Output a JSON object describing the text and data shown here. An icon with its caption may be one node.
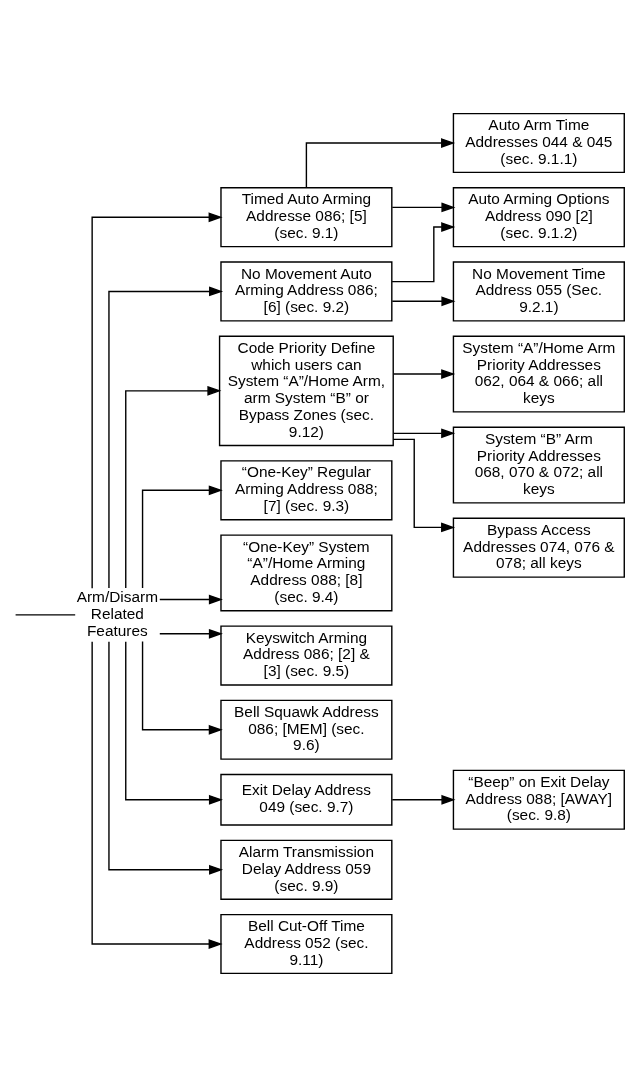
{
  "diagram": {
    "nodes": [
      {
        "text": [
          "Arm/Disarm Related Features"
        ]
      },
      {
        "text": [
          "Timed Auto Arming Addresse 086; [5] (sec. 9.1)"
        ]
      },
      {
        "text": [
          "No Movement Auto Arming Address 086; [6] (sec. 9.2)"
        ]
      },
      {
        "text": [
          "Code Priority Define which users can System “A”/Home Arm, arm System “B” or Bypass Zones (sec. 9.12)"
        ]
      },
      {
        "text": [
          "“One-Key” Regular Arming Address 088; [7] (sec. 9.3)"
        ]
      },
      {
        "text": [
          "“One-Key” System “A”/Home Arming Address 088; [8] (sec. 9.4)"
        ]
      },
      {
        "text": [
          "Keyswitch Arming Address 086; [2] & [3] (sec. 9.5)"
        ]
      },
      {
        "text": [
          "Bell Squawk Address 086; [MEM] (sec. 9.6)"
        ]
      },
      {
        "text": [
          "Exit Delay Address 049 (sec. 9.7)"
        ]
      },
      {
        "text": [
          "Alarm Transmission Delay Address 059 (sec. 9.9)"
        ]
      },
      {
        "text": [
          "Bell Cut-Off Time Address 052 (sec. 9.11)"
        ]
      },
      {
        "text": [
          "Auto Arm Time Addresses 044 & 045 (sec. 9.1.1)"
        ]
      },
      {
        "text": [
          "Auto Arming Options Address 090 [2] (sec. 9.1.2)"
        ]
      },
      {
        "text": [
          "No Movement Time Address 055 (Sec. 9.2.1)"
        ]
      },
      {
        "text": [
          "System “A”/Home Arm Priority Addresses 062, 064 & 066; all keys"
        ]
      },
      {
        "text": [
          "System “B” Arm Priority Addresses 068, 070 & 072; all keys"
        ]
      },
      {
        "text": [
          "Bypass Access Addresses 074, 076 & 078; all keys"
        ]
      },
      {
        "text": [
          "“Beep” on Exit Delay Address 088; [AWAY] (sec. 9.8)"
        ]
      }
    ],
    "edges": [
      {
        "from": null,
        "to": 0,
        "arrow": "none"
      },
      {
        "from": 0,
        "to": 1,
        "arrow": "to"
      },
      {
        "from": 0,
        "to": 2,
        "arrow": "to"
      },
      {
        "from": 0,
        "to": 3,
        "arrow": "to"
      },
      {
        "from": 0,
        "to": 4,
        "arrow": "to"
      },
      {
        "from": 0,
        "to": 5,
        "arrow": "to"
      },
      {
        "from": 0,
        "to": 6,
        "arrow": "to"
      },
      {
        "from": 0,
        "to": 7,
        "arrow": "to"
      },
      {
        "from": 0,
        "to": 8,
        "arrow": "to"
      },
      {
        "from": 0,
        "to": 9,
        "arrow": "to"
      },
      {
        "from": 0,
        "to": 10,
        "arrow": "to"
      },
      {
        "from": 1,
        "to": 11,
        "arrow": "to"
      },
      {
        "from": 1,
        "to": 12,
        "arrow": "to"
      },
      {
        "from": 2,
        "to": 12,
        "arrow": "to"
      },
      {
        "from": 2,
        "to": 13,
        "arrow": "to"
      },
      {
        "from": 3,
        "to": 14,
        "arrow": "to"
      },
      {
        "from": 3,
        "to": 15,
        "arrow": "to"
      },
      {
        "from": 3,
        "to": 16,
        "arrow": "to"
      },
      {
        "from": 8,
        "to": 17,
        "arrow": "to"
      }
    ]
  }
}
